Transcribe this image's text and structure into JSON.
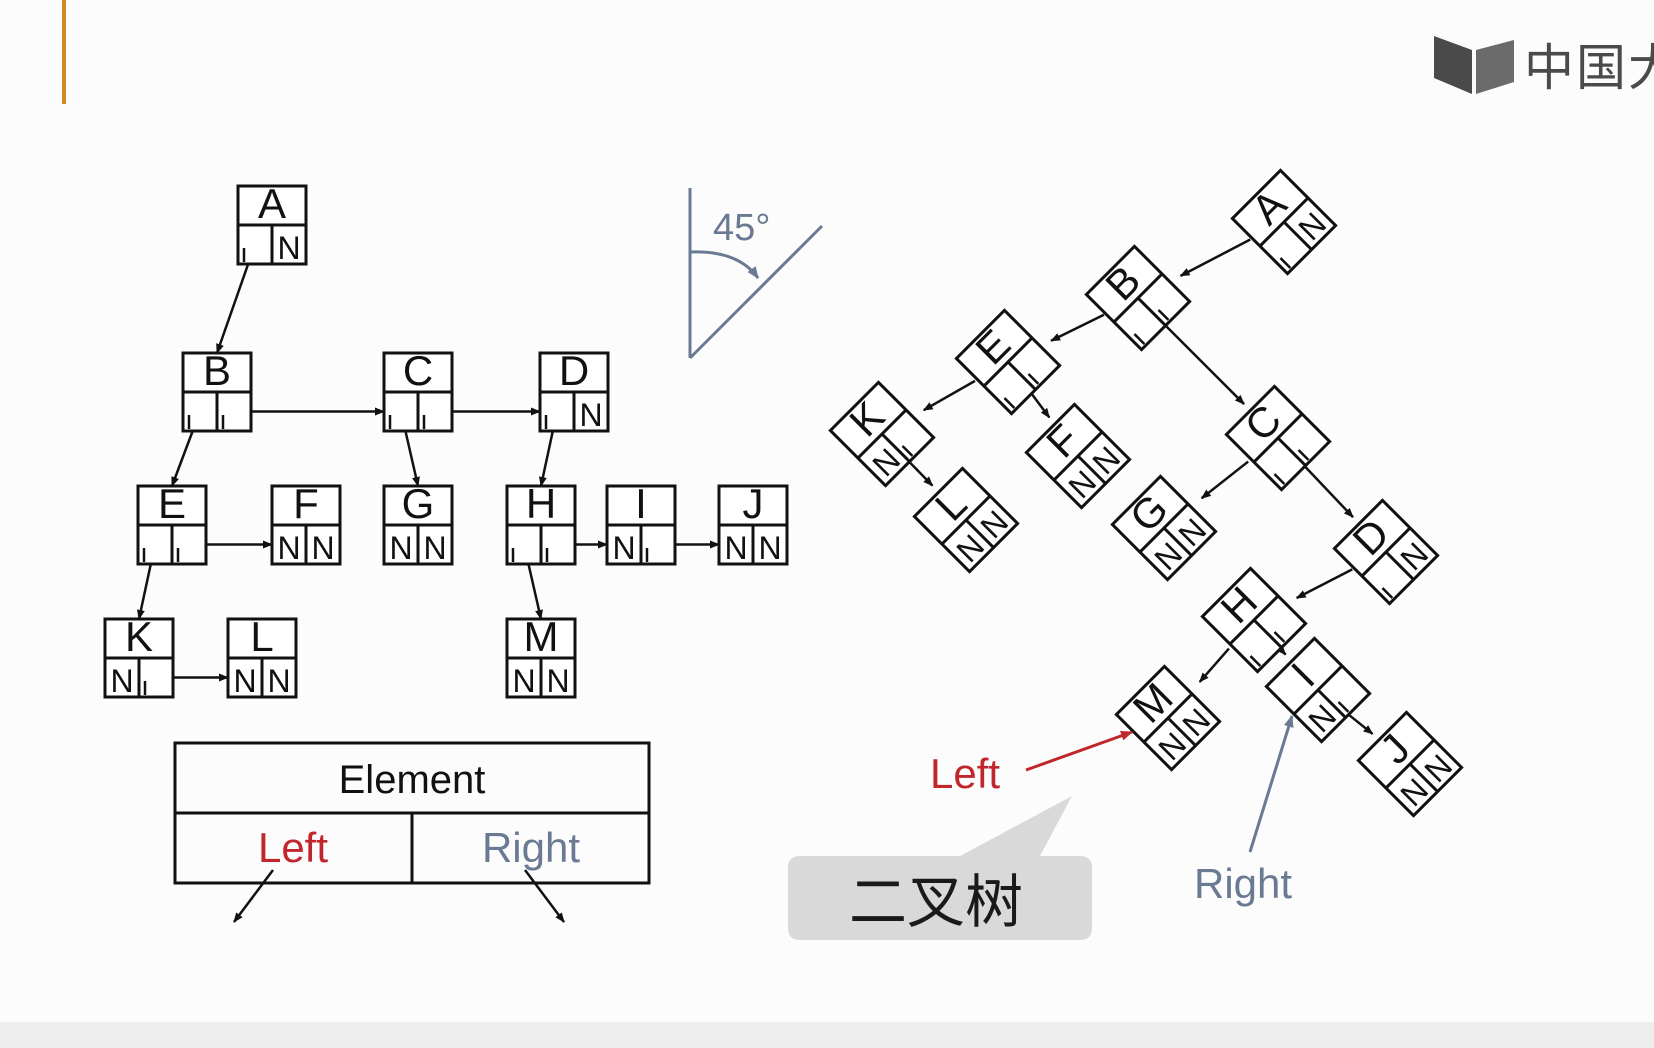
{
  "logo": {
    "text": "中国大",
    "icon": "mooc-book-icon"
  },
  "angle_label": "45°",
  "callout": {
    "text": "二叉树"
  },
  "legend": {
    "element": "Element",
    "left": "Left",
    "right": "Right"
  },
  "labels": {
    "left": "Left",
    "right": "Right"
  },
  "null_mark": "N",
  "colors": {
    "left_color": "#c0262c",
    "right_color": "#6a7a93",
    "accent": "#d08a2a",
    "line": "#111111",
    "callout_bg": "#d9d9d9"
  },
  "nodes": [
    {
      "id": "A",
      "left": "",
      "right": "N"
    },
    {
      "id": "B",
      "left": "",
      "right": ""
    },
    {
      "id": "C",
      "left": "",
      "right": ""
    },
    {
      "id": "D",
      "left": "",
      "right": "N"
    },
    {
      "id": "E",
      "left": "",
      "right": ""
    },
    {
      "id": "F",
      "left": "N",
      "right": "N"
    },
    {
      "id": "G",
      "left": "N",
      "right": "N"
    },
    {
      "id": "H",
      "left": "",
      "right": ""
    },
    {
      "id": "I",
      "left": "N",
      "right": ""
    },
    {
      "id": "J",
      "left": "N",
      "right": "N"
    },
    {
      "id": "K",
      "left": "N",
      "right": ""
    },
    {
      "id": "L",
      "left": "N",
      "right": "N"
    },
    {
      "id": "M",
      "left": "N",
      "right": "N"
    }
  ]
}
